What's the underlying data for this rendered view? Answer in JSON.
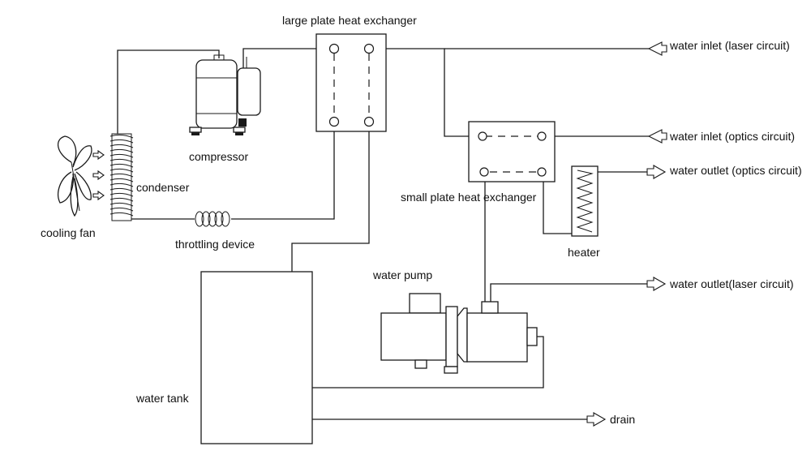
{
  "labels": {
    "large_plate": "large plate heat exchanger",
    "compressor": "compressor",
    "condenser": "condenser",
    "cooling_fan": "cooling fan",
    "throttling": "throttling device",
    "water_tank": "water tank",
    "water_pump": "water pump",
    "small_plate": "small plate heat exchanger",
    "heater": "heater",
    "inlet_laser": "water inlet (laser circuit)",
    "inlet_optics": "water inlet (optics circuit)",
    "outlet_optics": "water outlet (optics circuit)",
    "outlet_laser": "water outlet(laser circuit)",
    "drain": "drain"
  },
  "colors": {
    "line": "#1a1a1a",
    "background": "#ffffff"
  }
}
